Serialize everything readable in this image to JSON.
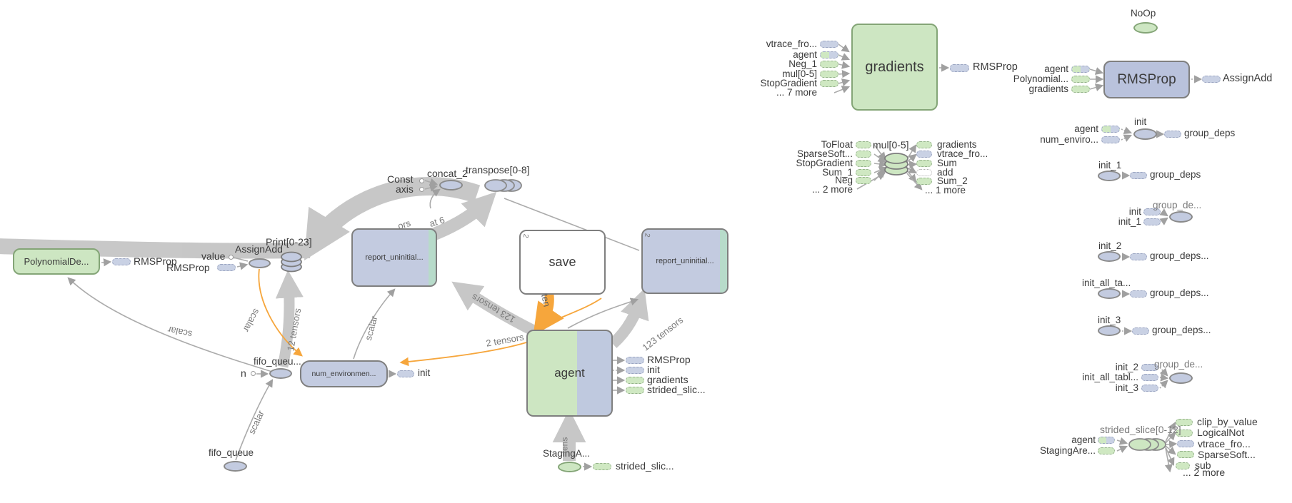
{
  "colors": {
    "green_fill": "#cde6c2",
    "green_border": "#84a577",
    "blue_fill": "#c3cbe0",
    "blue_border": "#8a8a8a",
    "teal_strip": "#b7dbca",
    "orange": "#f6a63c",
    "band_gray": "#c3c3c3",
    "edge_gray": "#a8a8a8",
    "text": "#3b3b3b",
    "edge_text": "#7a7a7a"
  },
  "graph": {
    "nodes": {
      "polynomial": "PolynomialDe...",
      "report1": "report_uninitial...",
      "save": "save",
      "report2": "report_uninitial...",
      "agent": "agent",
      "num_env": "num_environmen...",
      "gradients": "gradients",
      "rmsprop": "RMSProp"
    },
    "ellipses": {
      "assign_add": "AssignAdd",
      "print": "Print[0-23]",
      "concat": "concat_2",
      "transpose": "transpose[0-8]",
      "fifo_small": "fifo_queu...",
      "fifo": "fifo_queue",
      "staging": "StagingA...",
      "noop": "NoOp",
      "mul": "mul[0-5]",
      "strided": "strided_slice[0-12]",
      "init": "init"
    },
    "ports": {
      "rmsprop_a": "RMSProp",
      "rmsprop_b": "RMSProp",
      "value": "value",
      "const": "Const",
      "axis": "axis",
      "n": "n",
      "init_small": "init",
      "staging_out": "strided_slic..."
    },
    "agent_outputs": [
      "RMSProp",
      "init",
      "gradients",
      "strided_slic..."
    ],
    "edge_labels": {
      "scalar": "scalar",
      "t12": "12 tensors",
      "t123": "123 tensors",
      "t2": "2 tensors",
      "ten": "ten",
      "ors": "ors",
      "at6": "at 6",
      "tens": "tens",
      "corner2": "2"
    },
    "gradients_inputs": [
      "vtrace_fro...",
      "agent",
      "Neg_1",
      "mul[0-5]",
      "StopGradient",
      "... 7 more"
    ],
    "gradients_output": "RMSProp",
    "rmsprop_inputs": [
      "agent",
      "Polynomial...",
      "gradients"
    ],
    "rmsprop_output": "AssignAdd",
    "mul_inputs": [
      "ToFloat",
      "SparseSoft...",
      "StopGradient",
      "Sum_1",
      "Neg",
      "... 2 more"
    ],
    "mul_outputs": [
      "gradients",
      "vtrace_fro...",
      "Sum",
      "add",
      "Sum_2",
      "... 1 more"
    ],
    "init_rows": {
      "a_inputs": [
        "agent",
        "num_enviro..."
      ],
      "a_out": "group_deps",
      "b_title": "init_1",
      "b_out": "group_deps",
      "c_title": "group_de...",
      "c_inputs": [
        "init",
        "init_1"
      ],
      "d_title": "init_2",
      "d_out": "group_deps...",
      "e_title": "init_all_ta...",
      "e_out": "group_deps...",
      "f_title": "init_3",
      "f_out": "group_deps...",
      "g_title": "group_de...",
      "g_inputs": [
        "init_2",
        "init_all_tabl...",
        "init_3"
      ]
    },
    "strided_inputs": [
      "agent",
      "StagingAre..."
    ],
    "strided_outputs": [
      "clip_by_value",
      "LogicalNot",
      "vtrace_fro...",
      "SparseSoft...",
      "sub",
      "... 2 more"
    ]
  }
}
